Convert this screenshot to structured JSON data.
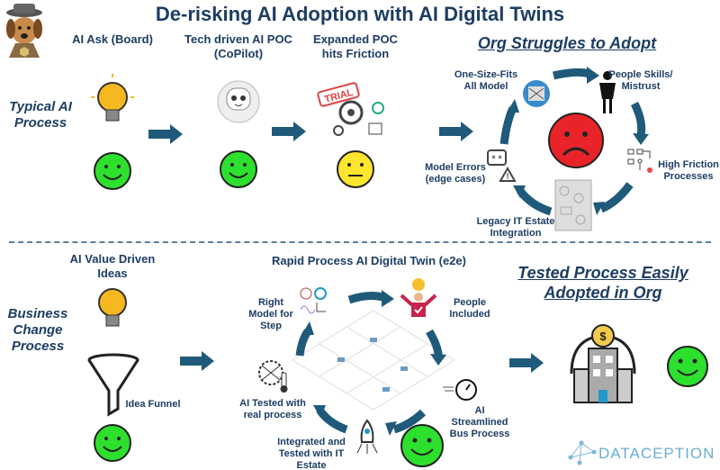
{
  "title": "De-risking AI Adoption with AI Digital Twins",
  "colors": {
    "primary": "#1d3d63",
    "arrow": "#1f5a7a",
    "happy": "#2ee02e",
    "neutral": "#ffe52e",
    "sad": "#e8242a"
  },
  "top": {
    "row_label": "Typical AI Process",
    "steps": [
      {
        "label": "AI Ask (Board)",
        "icon": "lightbulb-icon",
        "mood": "happy"
      },
      {
        "label": "Tech driven AI POC (CoPilot)",
        "icon": "robot-icon",
        "mood": "happy"
      },
      {
        "label": "Expanded POC hits Friction",
        "icon": "trial-stamp-icon",
        "stamp": "TRIAL",
        "mood": "neutral"
      }
    ],
    "cycle": {
      "heading": "Org Struggles to Adopt",
      "mood": "sad",
      "items": [
        "One-Size-Fits All Model",
        "People Skills/ Mistrust",
        "High Friction Processes",
        "Legacy IT Estate Integration",
        "Model Errors (edge cases)"
      ]
    }
  },
  "bottom": {
    "row_label": "Business Change Process",
    "ideas_label": "AI Value Driven Ideas",
    "funnel_label": "Idea Funnel",
    "twin": {
      "heading": "Rapid Process AI Digital Twin (e2e)",
      "items": [
        "Right Model for Step",
        "People Included",
        "AI Streamlined Bus Process",
        "Integrated and Tested with IT Estate",
        "AI Tested with real process"
      ]
    },
    "result_heading": "Tested Process Easily Adopted in Org"
  },
  "logo": "DATACEPTION"
}
